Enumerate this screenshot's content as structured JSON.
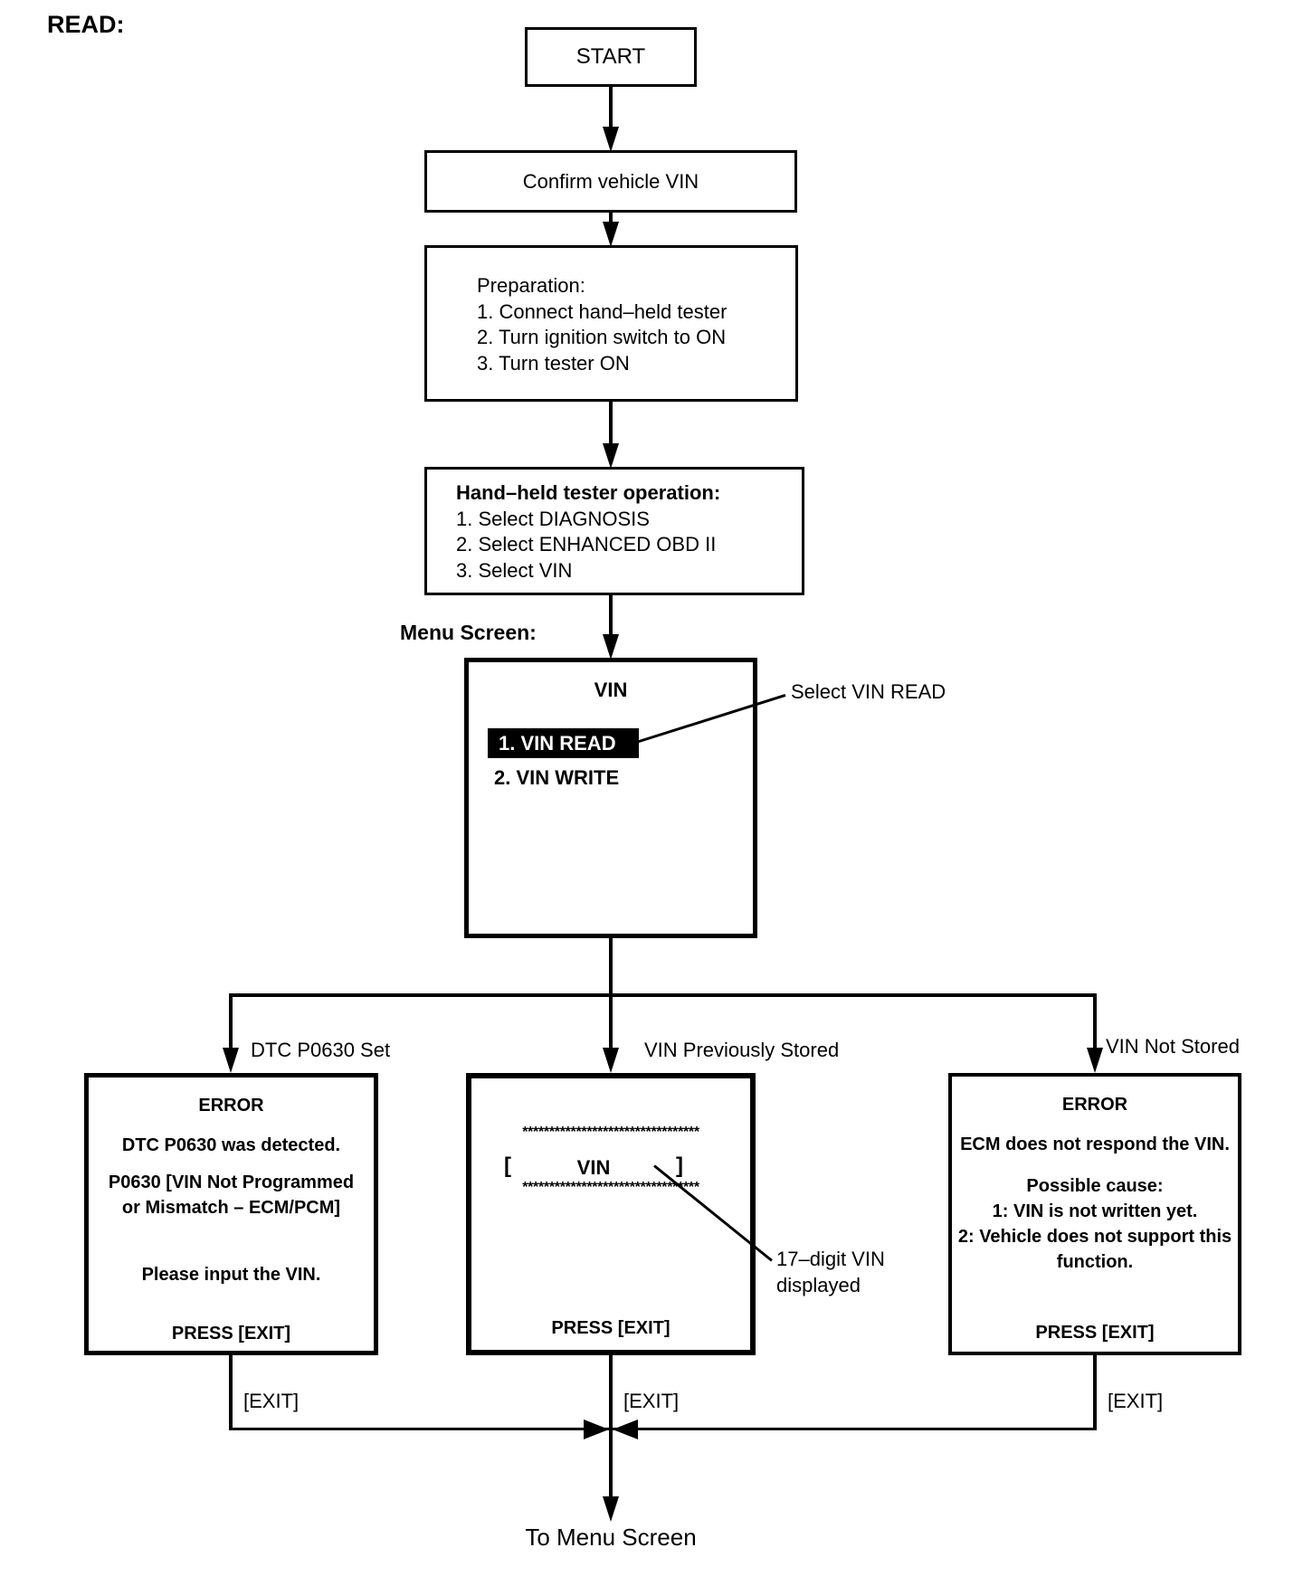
{
  "colors": {
    "ink": "#000000",
    "paper": "#ffffff",
    "highlight_bg": "#000000",
    "highlight_text": "#ffffff"
  },
  "header": {
    "read_label": "READ:"
  },
  "flow": {
    "start_label": "START",
    "confirm_label": "Confirm vehicle VIN",
    "preparation": {
      "title": "Preparation:",
      "items": [
        "1. Connect hand–held tester",
        "2. Turn ignition switch to ON",
        "3. Turn tester ON"
      ]
    },
    "tester_operation": {
      "title": "Hand–held tester operation:",
      "items": [
        "1. Select DIAGNOSIS",
        "2. Select ENHANCED OBD II",
        "3. Select VIN"
      ]
    },
    "menu_screen_label": "Menu Screen:",
    "menu": {
      "title": "VIN",
      "item_read": "1. VIN READ",
      "item_write": "2. VIN WRITE"
    },
    "select_callout": "Select VIN READ"
  },
  "branches": {
    "dtc_set": {
      "label": "DTC P0630 Set",
      "screen": {
        "title": "ERROR",
        "line1": "DTC P0630 was detected.",
        "line2": "P0630  [VIN Not Programmed",
        "line3": "or Mismatch – ECM/PCM]",
        "line4": "Please input the VIN.",
        "press": "PRESS [EXIT]"
      },
      "exit_label": "[EXIT]"
    },
    "vin_stored": {
      "label": "VIN Previously Stored",
      "screen": {
        "asterisk_row": "*********************************",
        "bracket_open": "[",
        "vin_label": "VIN",
        "bracket_close": "]",
        "press": "PRESS [EXIT]"
      },
      "callout_line1": "17–digit VIN",
      "callout_line2": "displayed",
      "exit_label": "[EXIT]"
    },
    "vin_not_stored": {
      "label": "VIN Not Stored",
      "screen": {
        "title": "ERROR",
        "line1": "ECM does not respond the VIN.",
        "line2": "Possible cause:",
        "line3": "1: VIN is not written yet.",
        "line4": "2: Vehicle does not support this",
        "line5": "function.",
        "press": "PRESS [EXIT]"
      },
      "exit_label": "[EXIT]"
    }
  },
  "footer": {
    "to_menu_label": "To Menu Screen"
  }
}
